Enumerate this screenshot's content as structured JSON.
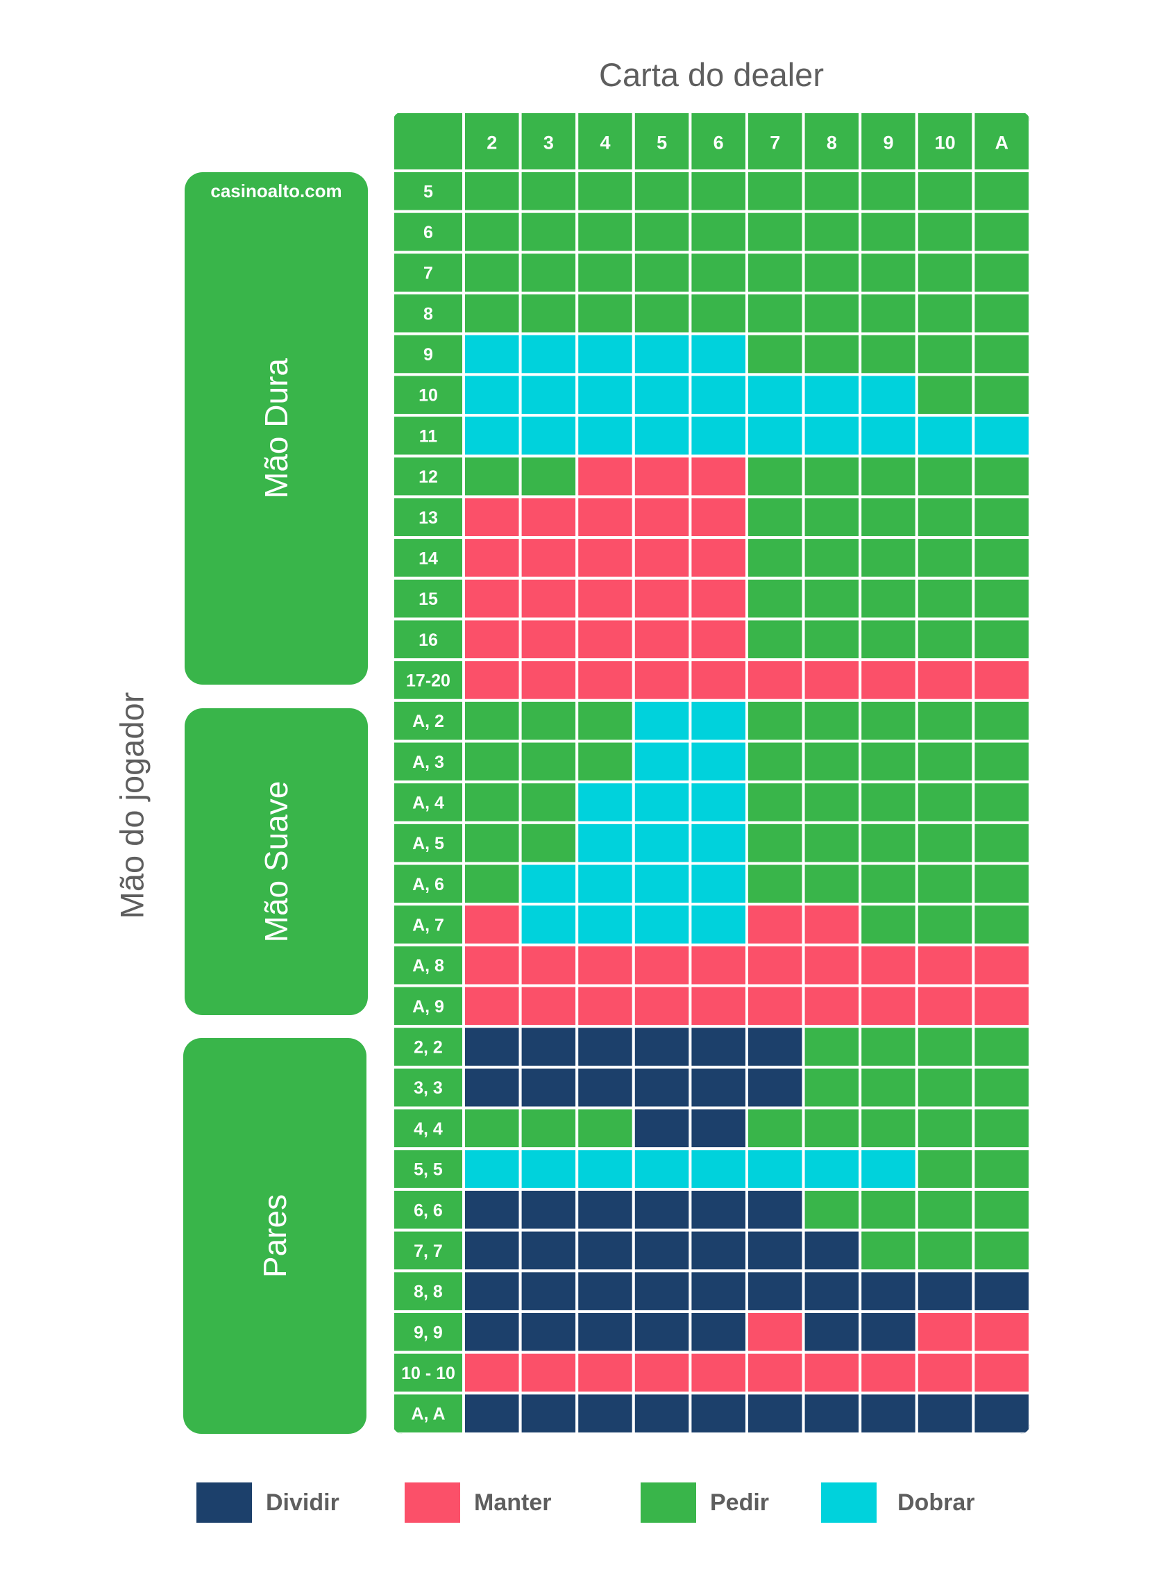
{
  "colors": {
    "D": "#1c406b",
    "S": "#fb5069",
    "H": "#39b54a",
    "X": "#00d2dc",
    "background": "#ffffff",
    "grid_line": "#ffffff",
    "header_text": "#ffffff",
    "axis_text": "#5e5e5e"
  },
  "watermark": "casinoalto.com",
  "chart_data": {
    "type": "table",
    "title": "Carta do dealer",
    "xlabel": "Carta do dealer",
    "ylabel": "Mão do jogador",
    "columns": [
      "2",
      "3",
      "4",
      "5",
      "6",
      "7",
      "8",
      "9",
      "10",
      "A"
    ],
    "groups": [
      {
        "name": "Mão Dura",
        "rows": [
          {
            "label": "5",
            "actions": [
              "H",
              "H",
              "H",
              "H",
              "H",
              "H",
              "H",
              "H",
              "H",
              "H"
            ]
          },
          {
            "label": "6",
            "actions": [
              "H",
              "H",
              "H",
              "H",
              "H",
              "H",
              "H",
              "H",
              "H",
              "H"
            ]
          },
          {
            "label": "7",
            "actions": [
              "H",
              "H",
              "H",
              "H",
              "H",
              "H",
              "H",
              "H",
              "H",
              "H"
            ]
          },
          {
            "label": "8",
            "actions": [
              "H",
              "H",
              "H",
              "H",
              "H",
              "H",
              "H",
              "H",
              "H",
              "H"
            ]
          },
          {
            "label": "9",
            "actions": [
              "X",
              "X",
              "X",
              "X",
              "X",
              "H",
              "H",
              "H",
              "H",
              "H"
            ]
          },
          {
            "label": "10",
            "actions": [
              "X",
              "X",
              "X",
              "X",
              "X",
              "X",
              "X",
              "X",
              "H",
              "H"
            ]
          },
          {
            "label": "11",
            "actions": [
              "X",
              "X",
              "X",
              "X",
              "X",
              "X",
              "X",
              "X",
              "X",
              "X"
            ]
          },
          {
            "label": "12",
            "actions": [
              "H",
              "H",
              "S",
              "S",
              "S",
              "H",
              "H",
              "H",
              "H",
              "H"
            ]
          },
          {
            "label": "13",
            "actions": [
              "S",
              "S",
              "S",
              "S",
              "S",
              "H",
              "H",
              "H",
              "H",
              "H"
            ]
          },
          {
            "label": "14",
            "actions": [
              "S",
              "S",
              "S",
              "S",
              "S",
              "H",
              "H",
              "H",
              "H",
              "H"
            ]
          },
          {
            "label": "15",
            "actions": [
              "S",
              "S",
              "S",
              "S",
              "S",
              "H",
              "H",
              "H",
              "H",
              "H"
            ]
          },
          {
            "label": "16",
            "actions": [
              "S",
              "S",
              "S",
              "S",
              "S",
              "H",
              "H",
              "H",
              "H",
              "H"
            ]
          },
          {
            "label": "17-20",
            "actions": [
              "S",
              "S",
              "S",
              "S",
              "S",
              "S",
              "S",
              "S",
              "S",
              "S"
            ]
          }
        ]
      },
      {
        "name": "Mão Suave",
        "rows": [
          {
            "label": "A, 2",
            "actions": [
              "H",
              "H",
              "H",
              "X",
              "X",
              "H",
              "H",
              "H",
              "H",
              "H"
            ]
          },
          {
            "label": "A, 3",
            "actions": [
              "H",
              "H",
              "H",
              "X",
              "X",
              "H",
              "H",
              "H",
              "H",
              "H"
            ]
          },
          {
            "label": "A, 4",
            "actions": [
              "H",
              "H",
              "X",
              "X",
              "X",
              "H",
              "H",
              "H",
              "H",
              "H"
            ]
          },
          {
            "label": "A, 5",
            "actions": [
              "H",
              "H",
              "X",
              "X",
              "X",
              "H",
              "H",
              "H",
              "H",
              "H"
            ]
          },
          {
            "label": "A, 6",
            "actions": [
              "H",
              "X",
              "X",
              "X",
              "X",
              "H",
              "H",
              "H",
              "H",
              "H"
            ]
          },
          {
            "label": "A, 7",
            "actions": [
              "S",
              "X",
              "X",
              "X",
              "X",
              "S",
              "S",
              "H",
              "H",
              "H"
            ]
          },
          {
            "label": "A, 8",
            "actions": [
              "S",
              "S",
              "S",
              "S",
              "S",
              "S",
              "S",
              "S",
              "S",
              "S"
            ]
          },
          {
            "label": "A, 9",
            "actions": [
              "S",
              "S",
              "S",
              "S",
              "S",
              "S",
              "S",
              "S",
              "S",
              "S"
            ]
          }
        ]
      },
      {
        "name": "Pares",
        "rows": [
          {
            "label": "2, 2",
            "actions": [
              "D",
              "D",
              "D",
              "D",
              "D",
              "D",
              "H",
              "H",
              "H",
              "H"
            ]
          },
          {
            "label": "3, 3",
            "actions": [
              "D",
              "D",
              "D",
              "D",
              "D",
              "D",
              "H",
              "H",
              "H",
              "H"
            ]
          },
          {
            "label": "4, 4",
            "actions": [
              "H",
              "H",
              "H",
              "D",
              "D",
              "H",
              "H",
              "H",
              "H",
              "H"
            ]
          },
          {
            "label": "5, 5",
            "actions": [
              "X",
              "X",
              "X",
              "X",
              "X",
              "X",
              "X",
              "X",
              "H",
              "H"
            ]
          },
          {
            "label": "6, 6",
            "actions": [
              "D",
              "D",
              "D",
              "D",
              "D",
              "D",
              "H",
              "H",
              "H",
              "H"
            ]
          },
          {
            "label": "7, 7",
            "actions": [
              "D",
              "D",
              "D",
              "D",
              "D",
              "D",
              "D",
              "H",
              "H",
              "H"
            ]
          },
          {
            "label": "8, 8",
            "actions": [
              "D",
              "D",
              "D",
              "D",
              "D",
              "D",
              "D",
              "D",
              "D",
              "D"
            ]
          },
          {
            "label": "9, 9",
            "actions": [
              "D",
              "D",
              "D",
              "D",
              "D",
              "S",
              "D",
              "D",
              "S",
              "S"
            ]
          },
          {
            "label": "10 - 10",
            "actions": [
              "S",
              "S",
              "S",
              "S",
              "S",
              "S",
              "S",
              "S",
              "S",
              "S"
            ]
          },
          {
            "label": "A, A",
            "actions": [
              "D",
              "D",
              "D",
              "D",
              "D",
              "D",
              "D",
              "D",
              "D",
              "D"
            ]
          }
        ]
      }
    ],
    "legend": [
      {
        "key": "D",
        "label": "Dividir"
      },
      {
        "key": "S",
        "label": "Manter"
      },
      {
        "key": "H",
        "label": "Pedir"
      },
      {
        "key": "X",
        "label": "Dobrar"
      }
    ],
    "legend_position": "bottom"
  }
}
